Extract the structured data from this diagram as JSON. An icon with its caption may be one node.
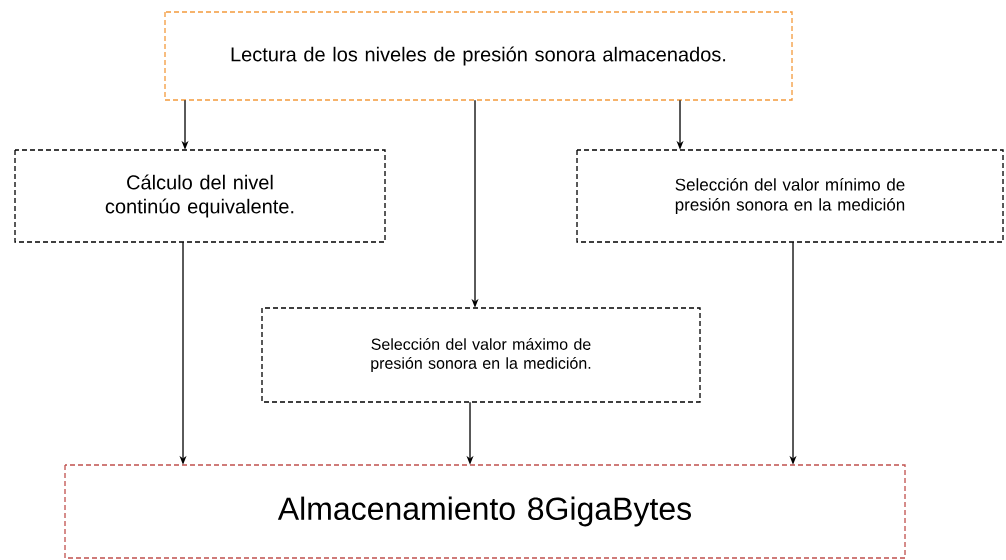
{
  "diagram": {
    "nodes": [
      {
        "text": [
          "Lectura de los niveles de presión sonora almacenados."
        ]
      },
      {
        "text": [
          "Cálculo del nivel continúo equivalente."
        ]
      },
      {
        "text": [
          "Selección del valor mínimo de presión sonora en la medición"
        ]
      },
      {
        "text": [
          "Selección del valor máximo de presión sonora en la medición."
        ]
      },
      {
        "text": [
          "Almacenamiento 8GigaBytes"
        ]
      }
    ],
    "edges": [
      {
        "from": 0,
        "to": 1,
        "arrow": "to"
      },
      {
        "from": 0,
        "to": 3,
        "arrow": "to"
      },
      {
        "from": 0,
        "to": 2,
        "arrow": "to"
      },
      {
        "from": 1,
        "to": 4,
        "arrow": "to"
      },
      {
        "from": 3,
        "to": 4,
        "arrow": "to"
      },
      {
        "from": 2,
        "to": 4,
        "arrow": "to"
      }
    ]
  }
}
